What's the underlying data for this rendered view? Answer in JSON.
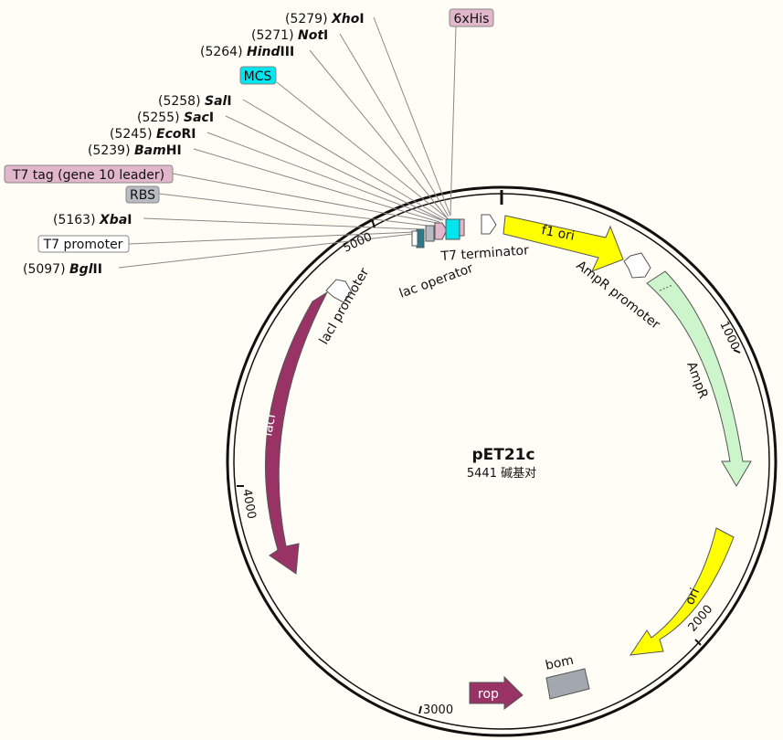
{
  "plasmid": {
    "name": "pET21c",
    "size_text": "5441 碱基对",
    "length_bp": 5441
  },
  "tick_labels": [
    "1000",
    "2000",
    "3000",
    "4000",
    "5000"
  ],
  "enzyme_sites": [
    {
      "pos": "(5279)",
      "name": "XhoI",
      "italic": "Xho",
      "roman": "I"
    },
    {
      "pos": "(5271)",
      "name": "NotI",
      "italic": "Not",
      "roman": "I"
    },
    {
      "pos": "(5264)",
      "name": "HindIII",
      "italic": "Hind",
      "roman": "III"
    },
    {
      "pos": "(5258)",
      "name": "SalI",
      "italic": "Sal",
      "roman": "I"
    },
    {
      "pos": "(5255)",
      "name": "SacI",
      "italic": "Sac",
      "roman": "I"
    },
    {
      "pos": "(5245)",
      "name": "EcoRI",
      "italic": "Eco",
      "roman": "RI"
    },
    {
      "pos": "(5239)",
      "name": "BamHI",
      "italic": "Bam",
      "roman": "HI"
    },
    {
      "pos": "(5163)",
      "name": "XbaI",
      "italic": "Xba",
      "roman": "I"
    },
    {
      "pos": "(5097)",
      "name": "BglII",
      "italic": "Bgl",
      "roman": "II"
    }
  ],
  "boxed_labels": {
    "six_his": "6xHis",
    "mcs": "MCS",
    "t7_tag": "T7 tag (gene 10 leader)",
    "rbs": "RBS",
    "t7_promoter": "T7 promoter"
  },
  "features": {
    "f1_ori": "f1 ori",
    "ampr_promoter": "AmpR promoter",
    "ampr": "AmpR",
    "ori": "ori",
    "bom": "bom",
    "rop": "rop",
    "laci": "lacI",
    "laci_promoter": "lacI promoter",
    "lac_operator": "lac operator",
    "t7_terminator": "T7 terminator"
  },
  "colors": {
    "background": "#fffdf6",
    "f1_ori": "#ffff00",
    "ampr": "#ccf5cc",
    "ori": "#ffff00",
    "bom": "#a3a7ae",
    "rop": "#993366",
    "laci": "#993366",
    "mcs": "#00e5ee",
    "t7_tag": "#e2b7cc",
    "six_his": "#e2b7cc",
    "rbs": "#b8bcc2",
    "t7_promoter": "#ffffff",
    "lac_operator": "#2b7a8c"
  }
}
